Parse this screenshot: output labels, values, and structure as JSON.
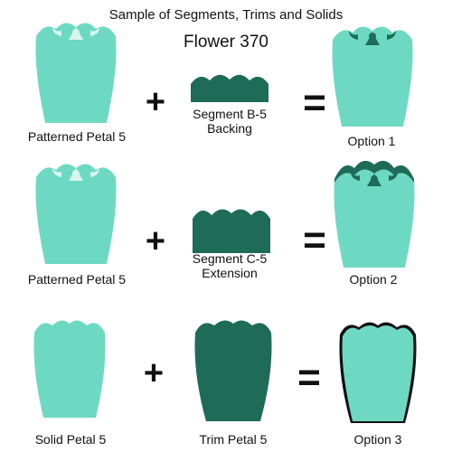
{
  "header": {
    "title": "Sample of Segments, Trims and Solids",
    "subtitle": "Flower 370"
  },
  "colors": {
    "light": "#6ed9c3",
    "dark": "#1e6b58",
    "outline": "#111111"
  },
  "rows": [
    {
      "left_label": "Patterned Petal 5",
      "middle_label_1": "Segment B-5",
      "middle_label_2": "Backing",
      "right_label": "Option 1",
      "plus": "+",
      "equals": "="
    },
    {
      "left_label": "Patterned Petal 5",
      "middle_label_1": "Segment C-5",
      "middle_label_2": "Extension",
      "right_label": "Option 2",
      "plus": "+",
      "equals": "="
    },
    {
      "left_label": "Solid Petal 5",
      "middle_label_1": "Trim Petal 5",
      "right_label": "Option 3",
      "plus": "+",
      "equals": "="
    }
  ]
}
